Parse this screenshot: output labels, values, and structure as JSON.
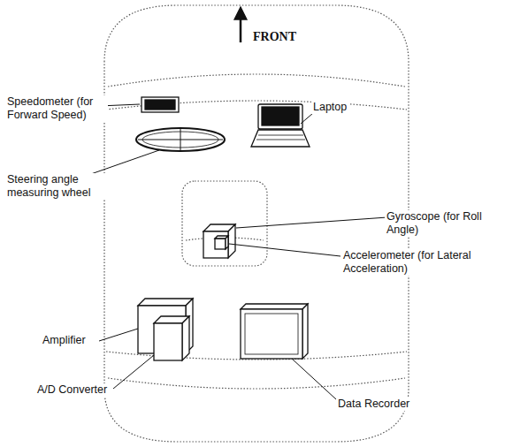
{
  "diagram": {
    "labels": [
      "FRONT",
      "Speedometer (for Forward Speed)",
      "Laptop",
      "Steering angle measuring wheel",
      "Gyroscope (for Roll Angle)",
      "Accelerometer (for Lateral Acceleration)",
      "Amplifier",
      "A/D Converter",
      "Data Recorder"
    ]
  }
}
